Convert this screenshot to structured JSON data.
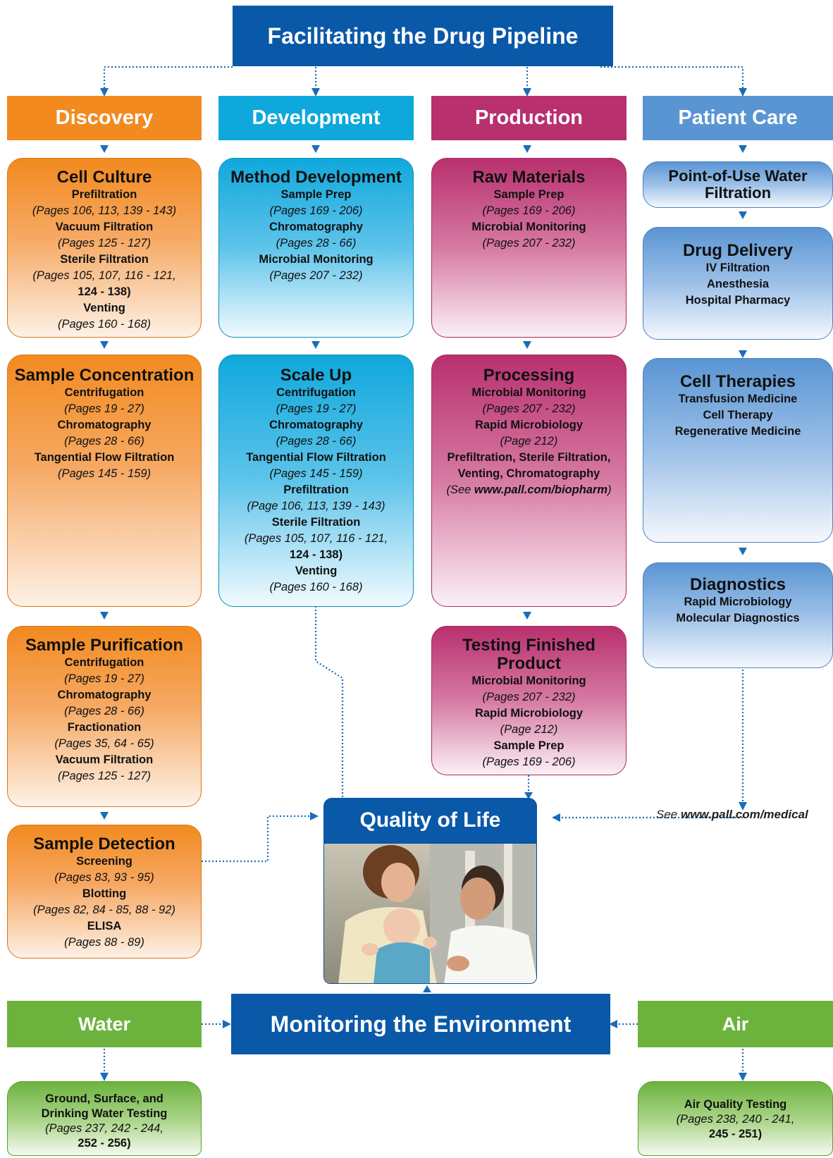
{
  "top_title": "Facilitating the Drug Pipeline",
  "quality_title": "Quality of Life",
  "env_title": "Monitoring the Environment",
  "medical_note": {
    "prefix": "See ",
    "link": "www.pall.com/medical"
  },
  "colors": {
    "navy": "#0a58a8",
    "discovery": "#f28a1f",
    "development": "#0fa8dc",
    "production": "#b8306e",
    "patient_care": "#5a95d3",
    "environment": "#6cb33e"
  },
  "columns": {
    "discovery": "Discovery",
    "development": "Development",
    "production": "Production",
    "patient_care": "Patient Care",
    "water": "Water",
    "air": "Air"
  },
  "boxes": {
    "cell_culture": {
      "title": "Cell Culture",
      "items": [
        [
          "Prefiltration",
          "(Pages 106, 113, 139 - 143)"
        ],
        [
          "Vacuum Filtration",
          "(Pages 125 - 127)"
        ],
        [
          "Sterile Filtration",
          "(Pages 105, 107, 116 - 121,",
          "124 - 138)"
        ],
        [
          "Venting",
          "(Pages 160 - 168)"
        ]
      ]
    },
    "sample_concentration": {
      "title": "Sample Concentration",
      "items": [
        [
          "Centrifugation",
          "(Pages 19 - 27)"
        ],
        [
          "Chromatography",
          "(Pages 28 - 66)"
        ],
        [
          "Tangential Flow Filtration",
          "(Pages 145 - 159)"
        ]
      ]
    },
    "sample_purification": {
      "title": "Sample Purification",
      "items": [
        [
          "Centrifugation",
          "(Pages 19 - 27)"
        ],
        [
          "Chromatography",
          "(Pages 28 - 66)"
        ],
        [
          "Fractionation",
          "(Pages 35, 64 - 65)"
        ],
        [
          "Vacuum Filtration",
          "(Pages 125 - 127)"
        ]
      ]
    },
    "sample_detection": {
      "title": "Sample Detection",
      "items": [
        [
          "Screening",
          "(Pages 83, 93 - 95)"
        ],
        [
          "Blotting",
          "(Pages 82, 84 - 85, 88 - 92)"
        ],
        [
          "ELISA",
          "(Pages 88 - 89)"
        ]
      ]
    },
    "method_development": {
      "title": "Method Development",
      "items": [
        [
          "Sample Prep",
          "(Pages 169 - 206)"
        ],
        [
          "Chromatography",
          "(Pages 28 - 66)"
        ],
        [
          "Microbial Monitoring",
          "(Pages 207 - 232)"
        ]
      ]
    },
    "scale_up": {
      "title": "Scale Up",
      "items": [
        [
          "Centrifugation",
          "(Pages 19 - 27)"
        ],
        [
          "Chromatography",
          "(Pages 28 - 66)"
        ],
        [
          "Tangential Flow Filtration",
          "(Pages 145 - 159)"
        ],
        [
          "Prefiltration",
          "(Page 106, 113, 139 - 143)"
        ],
        [
          "Sterile Filtration",
          "(Pages 105, 107, 116 - 121,",
          "124 - 138)"
        ],
        [
          "Venting",
          "(Pages 160 - 168)"
        ]
      ]
    },
    "raw_materials": {
      "title": "Raw Materials",
      "items": [
        [
          "Sample Prep",
          "(Pages 169 - 206)"
        ],
        [
          "Microbial Monitoring",
          "(Pages 207 - 232)"
        ]
      ]
    },
    "processing": {
      "title": "Processing",
      "items": [
        [
          "Microbial Monitoring",
          "(Pages 207 - 232)"
        ],
        [
          "Rapid Microbiology",
          "(Page 212)"
        ],
        [
          "Prefiltration, Sterile Filtration,",
          "Venting, Chromatography"
        ]
      ],
      "see_prefix": "(See ",
      "see_link": "www.pall.com/biopharm",
      "see_suffix": ")"
    },
    "testing_finished": {
      "title": "Testing Finished Product",
      "items": [
        [
          "Microbial Monitoring",
          "(Pages 207 - 232)"
        ],
        [
          "Rapid Microbiology",
          "(Page 212)"
        ],
        [
          "Sample Prep",
          "(Pages 169 - 206)"
        ]
      ]
    },
    "point_of_use": {
      "title": "Point-of-Use Water Filtration",
      "items": []
    },
    "drug_delivery": {
      "title": "Drug Delivery",
      "items": [
        [
          "IV Filtration"
        ],
        [
          "Anesthesia"
        ],
        [
          "Hospital Pharmacy"
        ]
      ]
    },
    "cell_therapies": {
      "title": "Cell Therapies",
      "items": [
        [
          "Transfusion Medicine"
        ],
        [
          "Cell Therapy"
        ],
        [
          "Regenerative Medicine"
        ]
      ]
    },
    "diagnostics": {
      "title": "Diagnostics",
      "items": [
        [
          "Rapid Microbiology"
        ],
        [
          "Molecular Diagnostics"
        ]
      ]
    },
    "water_testing": {
      "title": "",
      "items": [
        [
          "Ground, Surface, and",
          "Drinking Water Testing",
          "(Pages 237, 242 - 244,",
          "252 - 256)"
        ]
      ]
    },
    "air_testing": {
      "title": "",
      "items": [
        [
          "Air Quality Testing",
          "(Pages 238, 240 - 241,",
          "245 - 251)"
        ]
      ]
    }
  }
}
